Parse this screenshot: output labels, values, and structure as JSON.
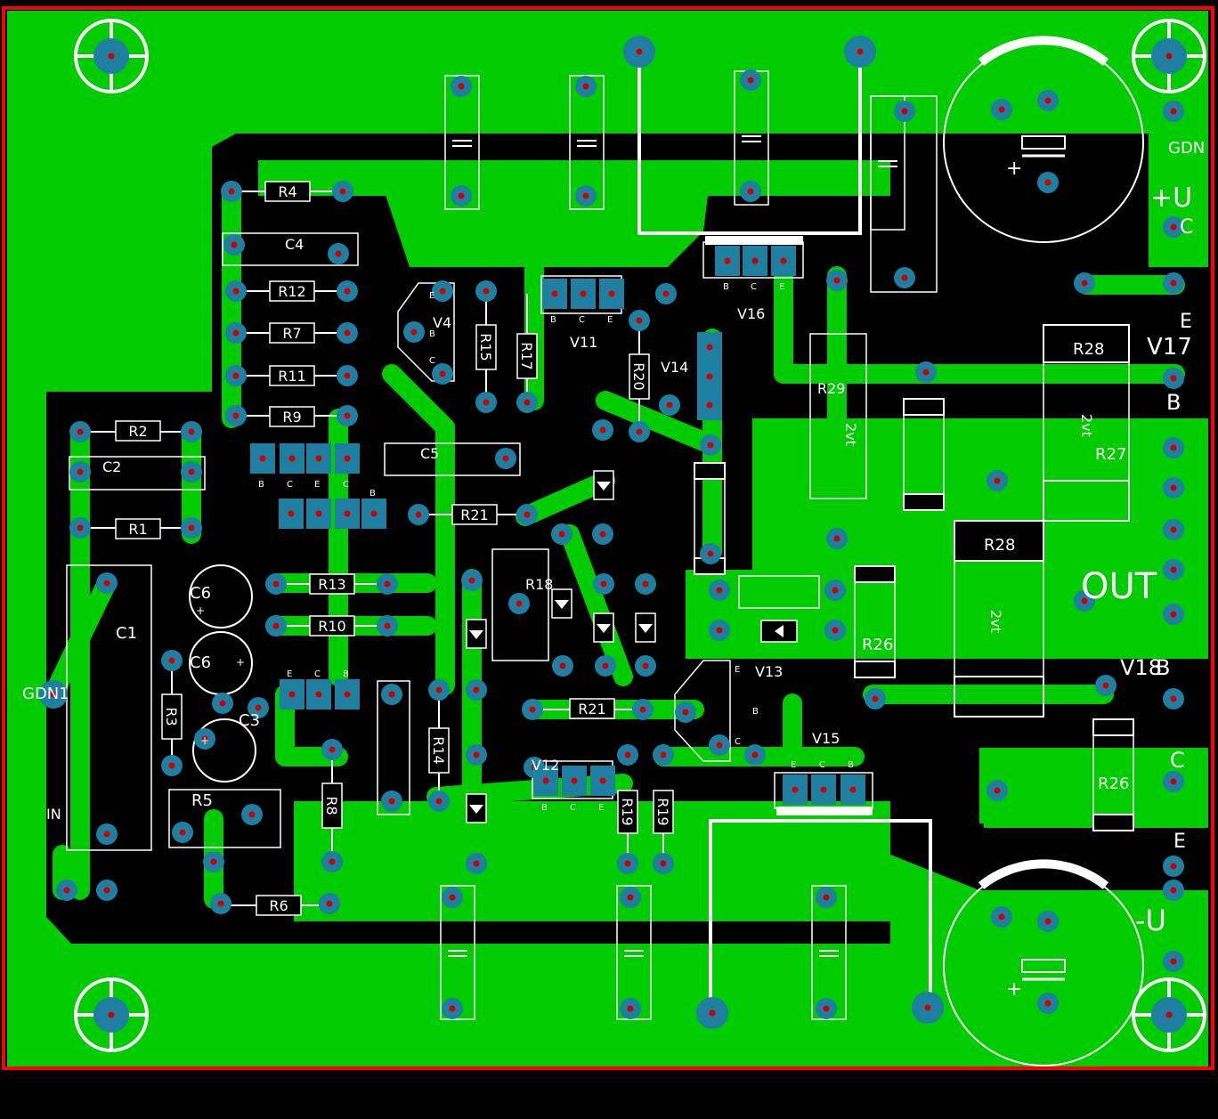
{
  "colors": {
    "background": "#000000",
    "copper": "#00cc00",
    "pad": "#1e7fa0",
    "pad_hole": "#cc0000",
    "silk": "#ffffff",
    "board_edge": "#ff0000"
  },
  "labels": {
    "R1": "R1",
    "R2": "R2",
    "R3": "R3",
    "R4": "R4",
    "R5": "R5",
    "R6": "R6",
    "R7": "R7",
    "R8": "R8",
    "R9": "R9",
    "R10": "R10",
    "R11": "R11",
    "R12": "R12",
    "R13": "R13",
    "R14": "R14",
    "R15": "R15",
    "R17": "R17",
    "R18": "R18",
    "R19": "R19",
    "R20": "R20",
    "R21": "R21",
    "R26": "R26",
    "R27": "R27",
    "R28": "R28",
    "R29": "R29",
    "C1": "C1",
    "C2": "C2",
    "C3": "C3",
    "C4": "C4",
    "C5": "C5",
    "C6": "C6",
    "V4": "V4",
    "V11": "V11",
    "V12": "V12",
    "V13": "V13",
    "V14": "V14",
    "V15": "V15",
    "V16": "V16",
    "V17": "V17",
    "V18": "V18",
    "value_2vt": "2vt",
    "pin_B": "B",
    "pin_C": "C",
    "pin_E": "E",
    "GDN": "GDN",
    "GDN1": "GDN1",
    "IN": "IN",
    "OUT": "OUT",
    "plus_U": "+U",
    "minus_U": "-U",
    "plus": "+"
  }
}
